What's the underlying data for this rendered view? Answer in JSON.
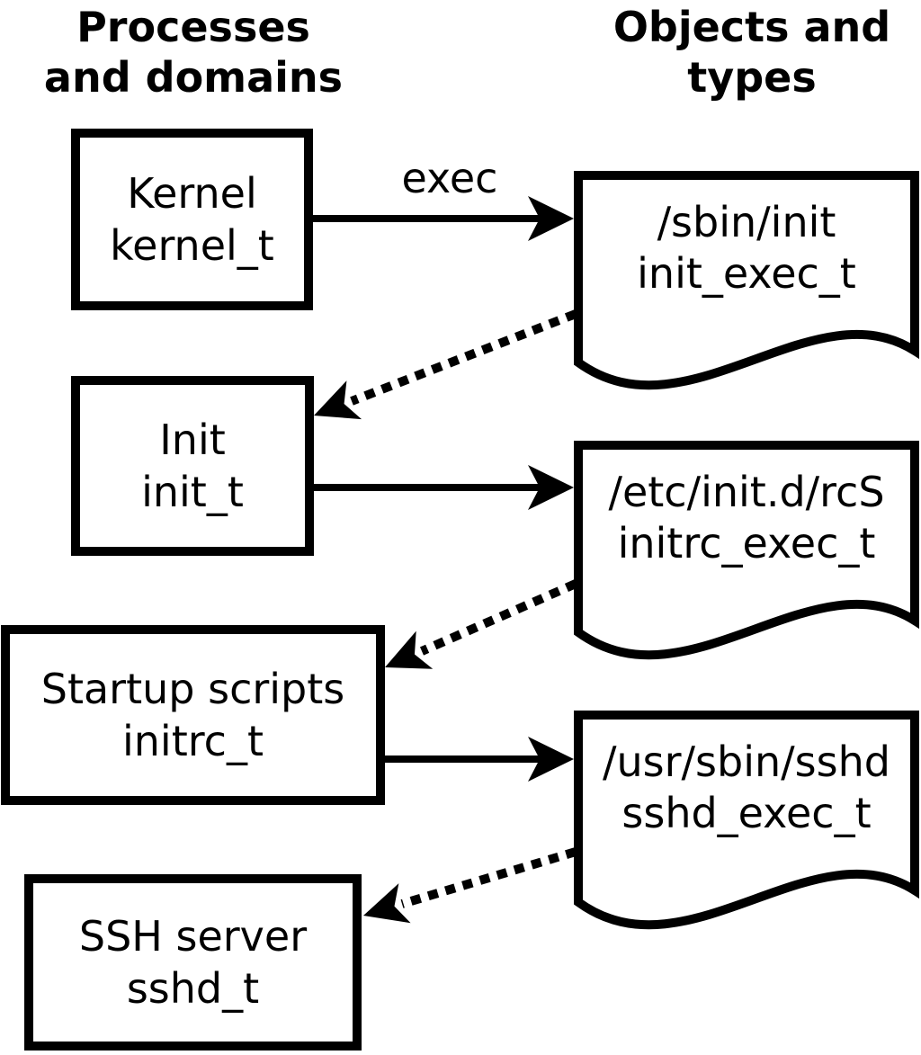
{
  "headers": {
    "left": [
      "Processes",
      "and domains"
    ],
    "right": [
      "Objects and",
      "types"
    ]
  },
  "processes": [
    {
      "name": "Kernel",
      "domain": "kernel_t"
    },
    {
      "name": "Init",
      "domain": "init_t"
    },
    {
      "name": "Startup scripts",
      "domain": "initrc_t"
    },
    {
      "name": "SSH server",
      "domain": "sshd_t"
    }
  ],
  "objects": [
    {
      "path": "/sbin/init",
      "type": "init_exec_t"
    },
    {
      "path": "/etc/init.d/rcS",
      "type": "initrc_exec_t"
    },
    {
      "path": "/usr/sbin/sshd",
      "type": "sshd_exec_t"
    }
  ],
  "edges": {
    "exec_label": "exec"
  },
  "colors": {
    "ink": "#000000",
    "paper": "#ffffff"
  }
}
